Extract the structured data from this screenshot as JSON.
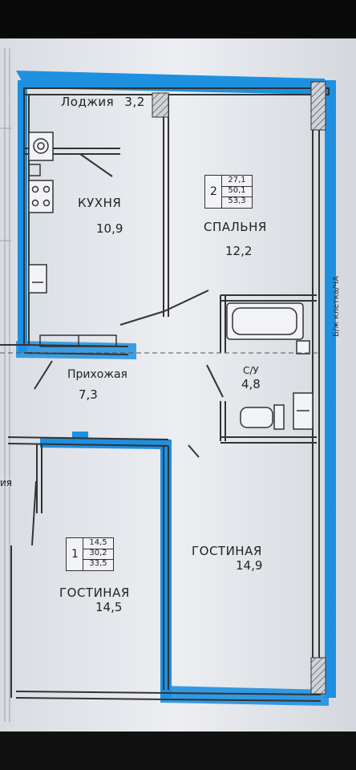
{
  "rooms": {
    "loggia": {
      "name": "Лоджия",
      "area": "3,2"
    },
    "kitchen": {
      "name": "КУХНЯ",
      "area": "10,9"
    },
    "bedroom": {
      "name": "СПАЛЬНЯ",
      "area": "12,2"
    },
    "bathroom": {
      "name": "С/У",
      "area": "4,8"
    },
    "hallway": {
      "name": "Прихожая",
      "area": "7,3"
    },
    "living_left": {
      "name": "ГОСТИНАЯ",
      "area": "14,5"
    },
    "living_right": {
      "name": "ГОСТИНАЯ",
      "area": "14,9"
    },
    "partial_left": "ия",
    "side_text": "Б/ж клетка/ЧА"
  },
  "apartment_tags": [
    {
      "rooms": "2",
      "values": [
        "27,1",
        "50,1",
        "53,3"
      ]
    },
    {
      "rooms": "1",
      "values": [
        "14,5",
        "30,2",
        "33,5"
      ]
    }
  ],
  "colors": {
    "wall": "#1e90e0",
    "wall_dark": "#0f5fa8",
    "paper": "#e9ebef",
    "line": "#333333"
  }
}
